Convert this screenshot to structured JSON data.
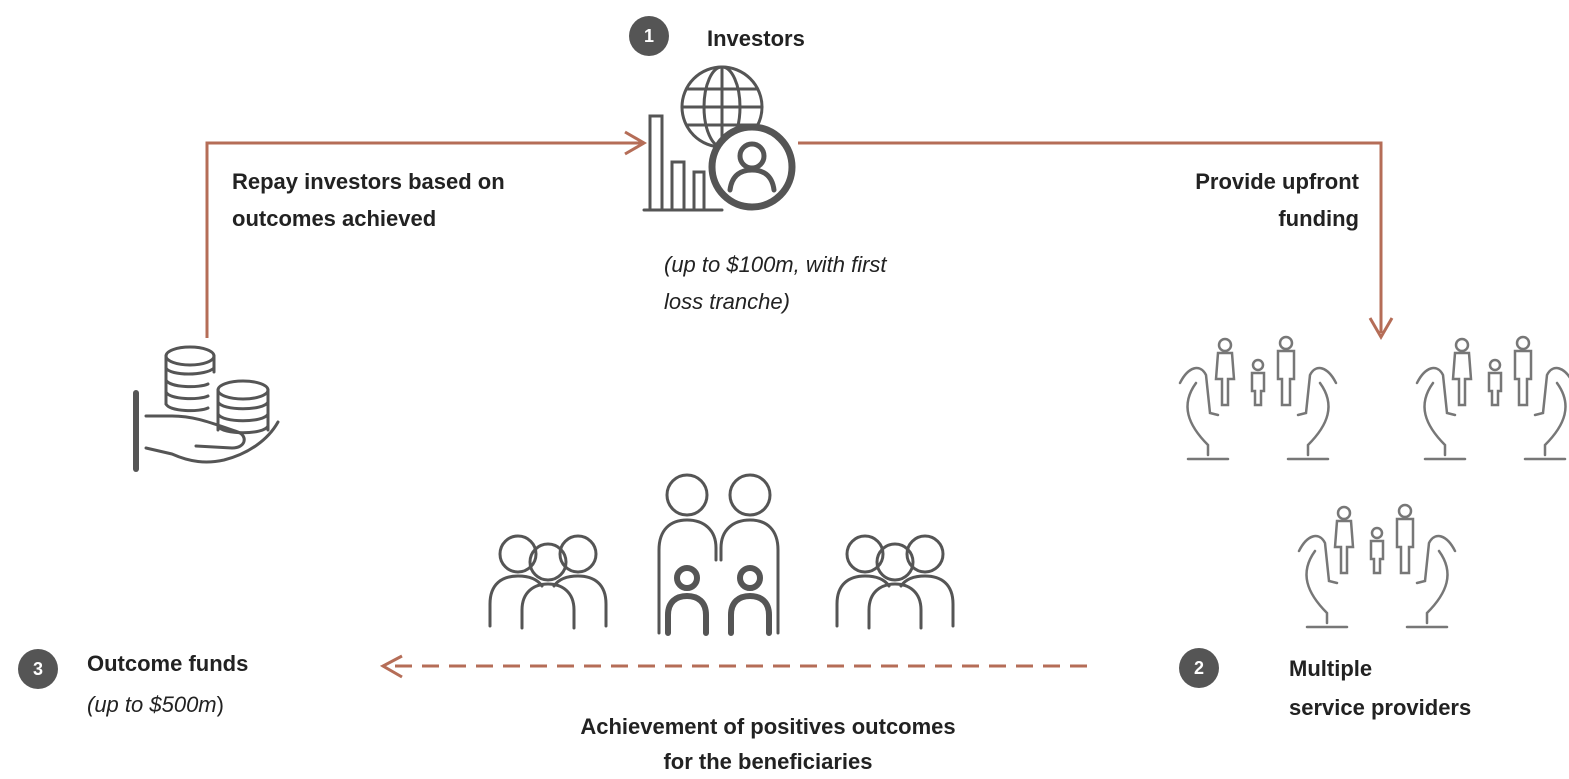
{
  "investors": {
    "number": "1",
    "title": "Investors",
    "note_line1": "(up to $100m, with first",
    "note_line2": "loss tranche)"
  },
  "service_providers": {
    "number": "2",
    "title_line1": "Multiple",
    "title_line2": "service providers"
  },
  "outcome_funds": {
    "number": "3",
    "title": "Outcome funds",
    "note": "(up to $500m",
    "note_paren": ")"
  },
  "flows": {
    "repay_line1": "Repay investors based on",
    "repay_line2": "outcomes achieved",
    "funding_line1": "Provide upfront",
    "funding_line2": "funding",
    "outcomes_line1": "Achievement of positives outcomes",
    "outcomes_line2": "for the beneficiaries"
  },
  "colors": {
    "arrow": "#b56d57",
    "icon": "#555555",
    "badge": "#555555"
  }
}
